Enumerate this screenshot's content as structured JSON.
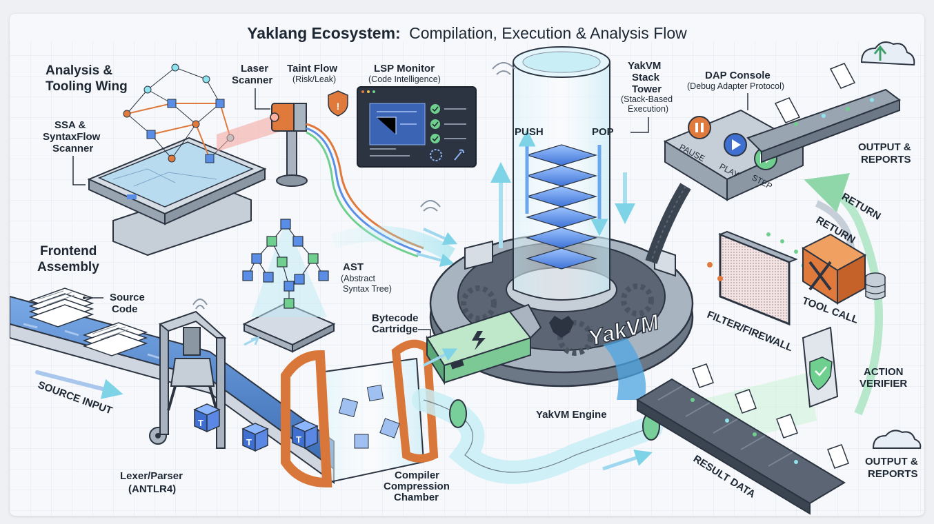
{
  "title": {
    "bold": "Yaklang Ecosystem:",
    "rest": "Compilation, Execution & Analysis Flow"
  },
  "labels": {
    "analysis_wing_1": "Analysis &",
    "analysis_wing_2": "Tooling Wing",
    "ssa_1": "SSA &",
    "ssa_2": "SyntaxFlow",
    "ssa_3": "Scanner",
    "laser_1": "Laser",
    "laser_2": "Scanner",
    "taint_1": "Taint Flow",
    "taint_2": "(Risk/Leak)",
    "lsp_1": "LSP Monitor",
    "lsp_2": "(Code Intelligence)",
    "stack_1": "YakVM",
    "stack_2": "Stack",
    "stack_3": "Tower",
    "stack_4": "(Stack-Based",
    "stack_5": "Execution)",
    "push": "PUSH",
    "pop": "POP",
    "dap_1": "DAP Console",
    "dap_2": "(Debug Adapter Protocol)",
    "pause": "PAUSE",
    "play": "PLAY",
    "step": "STEP",
    "output_top_1": "OUTPUT &",
    "output_top_2": "REPORTS",
    "frontend_1": "Frontend",
    "frontend_2": "Assembly",
    "ast_1": "AST",
    "ast_2": "(Abstract",
    "ast_3": "Syntax Tree)",
    "source_code_1": "Source",
    "source_code_2": "Code",
    "bytecode_1": "Bytecode",
    "bytecode_2": "Cartridge",
    "yakvm_logo": "YakVM",
    "yakvm_engine": "YakVM Engine",
    "return_outer": "RETURN",
    "return_inner": "RETURN",
    "filter": "FILTER/FIREWALL",
    "tool_call": "TOOL CALL",
    "action_1": "ACTION",
    "action_2": "VERIFIER",
    "source_input": "SOURCE INPUT",
    "lexer_1": "Lexer/Parser",
    "lexer_2": "(ANTLR4)",
    "compiler_1": "Compiler",
    "compiler_2": "Compression",
    "compiler_3": "Chamber",
    "result_data": "RESULT DATA",
    "output_bottom_1": "OUTPUT &",
    "output_bottom_2": "REPORTS",
    "token": "T"
  },
  "colors": {
    "stack_layer": "#5c8fe6",
    "conveyor": "#4a7fc6",
    "glow": "#8fe3ee",
    "orange": "#e07a3c",
    "green": "#6fcf8f",
    "dark": "#2b3440"
  }
}
